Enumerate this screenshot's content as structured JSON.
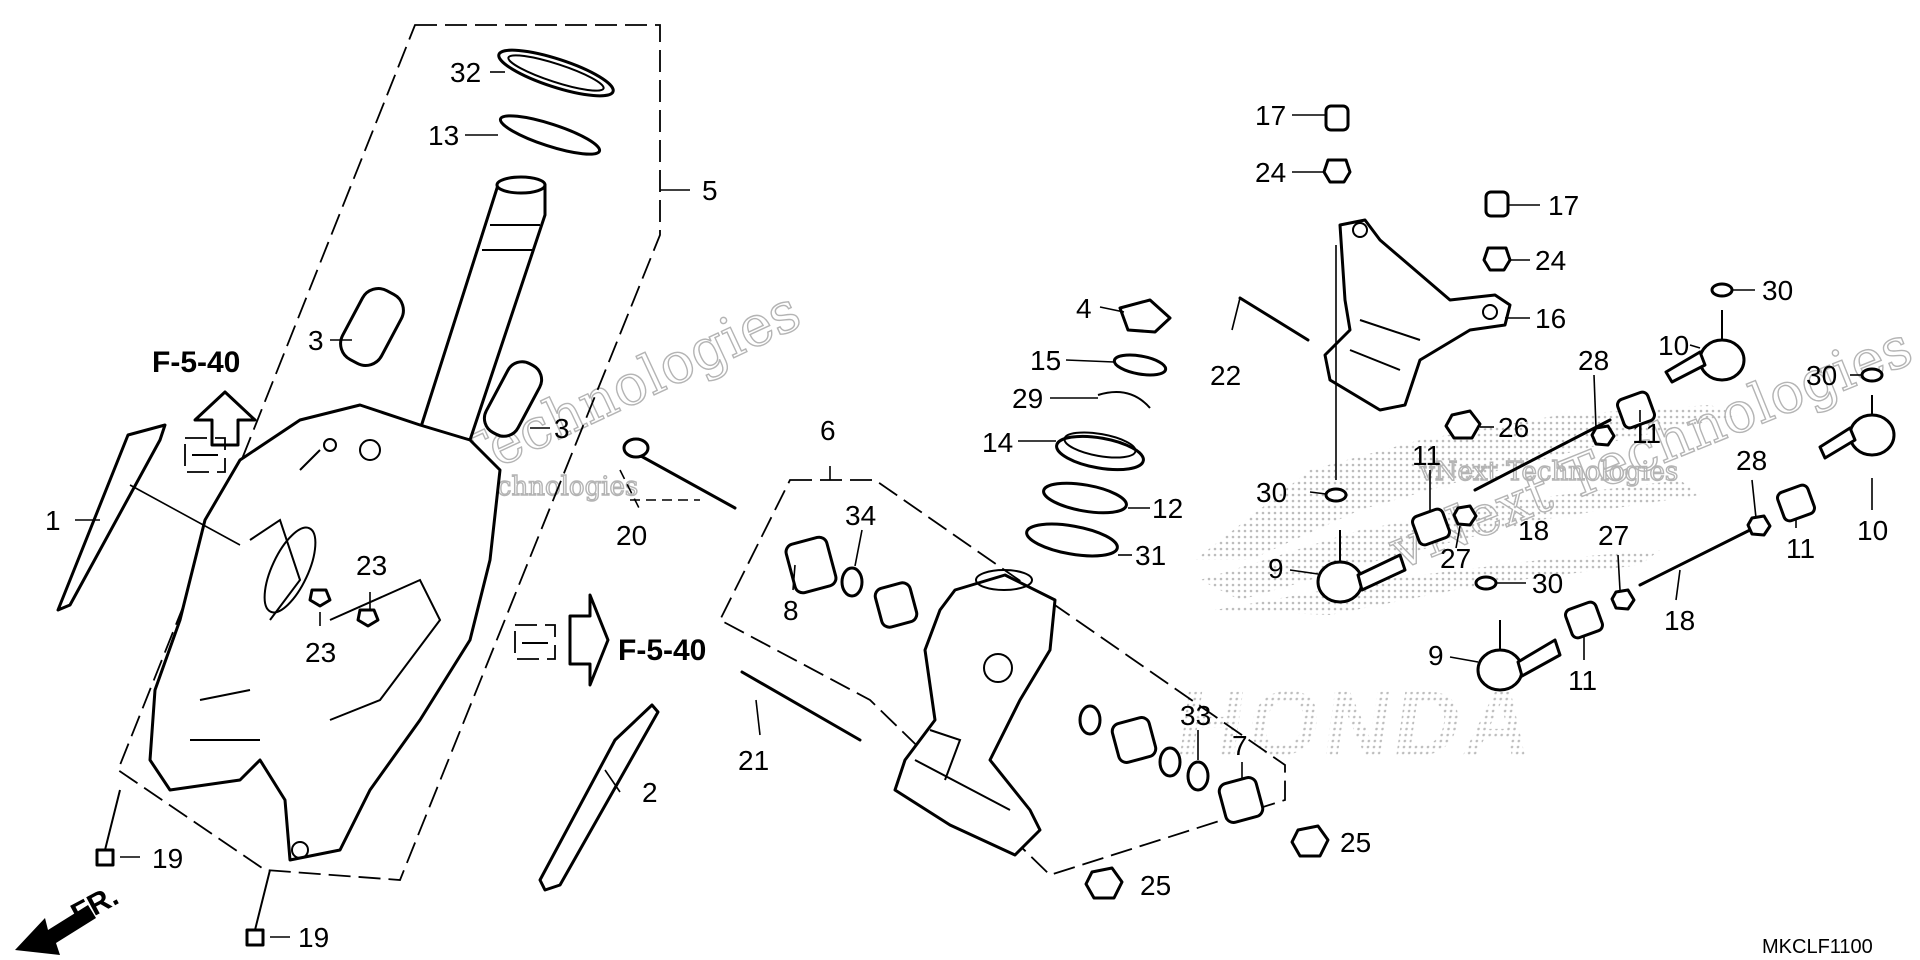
{
  "diagram": {
    "drawing_code": "MKCLF1100",
    "front_marker": "FR.",
    "cross_reference": "F-5-40",
    "watermark_text": "vNext Technologies",
    "background_logo": "HONDA",
    "callouts": [
      {
        "id": "c1",
        "label": "1"
      },
      {
        "id": "c2",
        "label": "2"
      },
      {
        "id": "c3a",
        "label": "3"
      },
      {
        "id": "c3b",
        "label": "3"
      },
      {
        "id": "c4",
        "label": "4"
      },
      {
        "id": "c5",
        "label": "5"
      },
      {
        "id": "c6",
        "label": "6"
      },
      {
        "id": "c7",
        "label": "7"
      },
      {
        "id": "c8",
        "label": "8"
      },
      {
        "id": "c9a",
        "label": "9"
      },
      {
        "id": "c9b",
        "label": "9"
      },
      {
        "id": "c10a",
        "label": "10"
      },
      {
        "id": "c10b",
        "label": "10"
      },
      {
        "id": "c11a",
        "label": "11"
      },
      {
        "id": "c11b",
        "label": "11"
      },
      {
        "id": "c11c",
        "label": "11"
      },
      {
        "id": "c11d",
        "label": "11"
      },
      {
        "id": "c12",
        "label": "12"
      },
      {
        "id": "c13",
        "label": "13"
      },
      {
        "id": "c14",
        "label": "14"
      },
      {
        "id": "c15",
        "label": "15"
      },
      {
        "id": "c16",
        "label": "16"
      },
      {
        "id": "c17a",
        "label": "17"
      },
      {
        "id": "c17b",
        "label": "17"
      },
      {
        "id": "c18a",
        "label": "18"
      },
      {
        "id": "c18b",
        "label": "18"
      },
      {
        "id": "c19a",
        "label": "19"
      },
      {
        "id": "c19b",
        "label": "19"
      },
      {
        "id": "c20",
        "label": "20"
      },
      {
        "id": "c21",
        "label": "21"
      },
      {
        "id": "c22",
        "label": "22"
      },
      {
        "id": "c23a",
        "label": "23"
      },
      {
        "id": "c23b",
        "label": "23"
      },
      {
        "id": "c24a",
        "label": "24"
      },
      {
        "id": "c24b",
        "label": "24"
      },
      {
        "id": "c25a",
        "label": "25"
      },
      {
        "id": "c25b",
        "label": "25"
      },
      {
        "id": "c26",
        "label": "26"
      },
      {
        "id": "c27a",
        "label": "27"
      },
      {
        "id": "c27b",
        "label": "27"
      },
      {
        "id": "c28a",
        "label": "28"
      },
      {
        "id": "c28b",
        "label": "28"
      },
      {
        "id": "c29",
        "label": "29"
      },
      {
        "id": "c30a",
        "label": "30"
      },
      {
        "id": "c30b",
        "label": "30"
      },
      {
        "id": "c30c",
        "label": "30"
      },
      {
        "id": "c30d",
        "label": "30"
      },
      {
        "id": "c31",
        "label": "31"
      },
      {
        "id": "c32",
        "label": "32"
      },
      {
        "id": "c33",
        "label": "33"
      },
      {
        "id": "c34",
        "label": "34"
      }
    ]
  }
}
